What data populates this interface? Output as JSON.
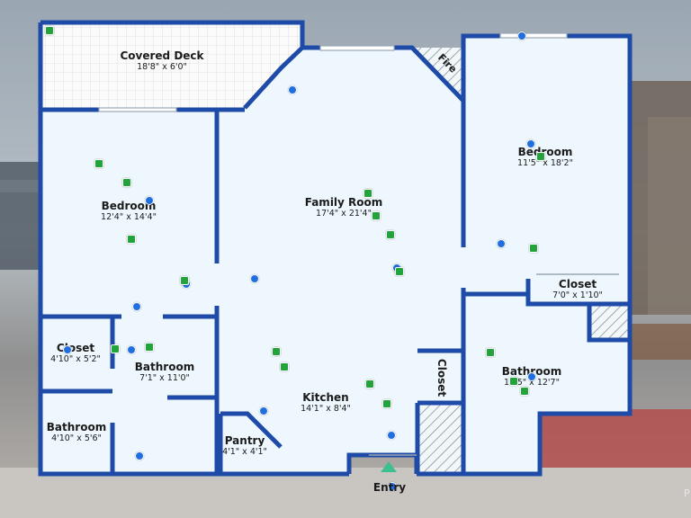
{
  "colors": {
    "wall": "#1e4aa8",
    "floor": "#edf7fd",
    "pano_marker": "#1f6fe0",
    "photo_marker": "#22a33b",
    "entry_arrow": "#3fbf8f"
  },
  "rooms": {
    "covered_deck": {
      "name": "Covered Deck",
      "dims": "18'8\" x 6'0\""
    },
    "bedroom_left": {
      "name": "Bedroom",
      "dims": "12'4\" x 14'4\""
    },
    "family_room": {
      "name": "Family Room",
      "dims": "17'4\" x 21'4\""
    },
    "bedroom_right": {
      "name": "Bedroom",
      "dims": "11'5\" x 18'2\""
    },
    "closet_right": {
      "name": "Closet",
      "dims": "7'0\" x 1'10\""
    },
    "closet_left": {
      "name": "Closet",
      "dims": "4'10\" x 5'2\""
    },
    "bathroom_mid": {
      "name": "Bathroom",
      "dims": "7'1\" x 11'0\""
    },
    "bathroom_left": {
      "name": "Bathroom",
      "dims": "4'10\" x 5'6\""
    },
    "kitchen": {
      "name": "Kitchen",
      "dims": "14'1\" x 8'4\""
    },
    "pantry": {
      "name": "Pantry",
      "dims": "4'1\" x 4'1\""
    },
    "closet_center": {
      "name": "Closet"
    },
    "bathroom_right": {
      "name": "Bathroom",
      "dims": "11'5\" x 12'7\""
    },
    "fire": {
      "name": "Fire"
    }
  },
  "entry": {
    "label": "Entry"
  },
  "corner_text": "P",
  "markers": {
    "panorama_icon": "circle-marker",
    "photo_icon": "square-marker"
  }
}
